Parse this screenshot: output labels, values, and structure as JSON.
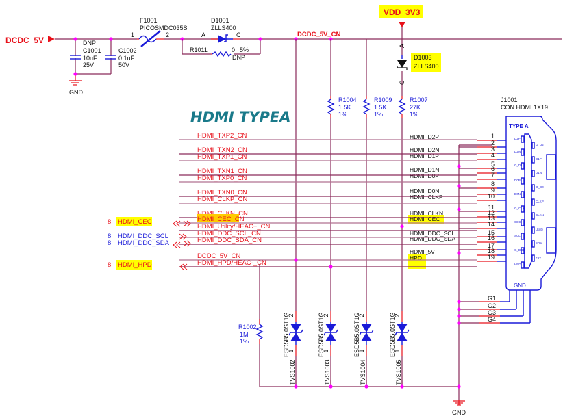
{
  "title": "HDMI TYPEA",
  "power": {
    "input_net": "DCDC_5V",
    "output_net": "DCDC_5V_CN",
    "vdd_net": "VDD_3V3",
    "gnd_label": "GND"
  },
  "components": {
    "c1001": {
      "ref": "C1001",
      "value": "10uF",
      "voltage": "25V",
      "note": "DNP"
    },
    "c1002": {
      "ref": "C1002",
      "value": "0.1uF",
      "voltage": "50V"
    },
    "f1001": {
      "ref": "F1001",
      "value": "PICOSMDC035S",
      "pin1": "1",
      "pin2": "2"
    },
    "d1001": {
      "ref": "D1001",
      "value": "ZLLS400",
      "anode": "A",
      "cathode": "C"
    },
    "r1011": {
      "ref": "R1011",
      "value": "0",
      "tol": "5%",
      "note": "DNP"
    },
    "d1003": {
      "ref": "D1003",
      "value": "ZLLS400",
      "anode": "A",
      "cathode": "C"
    },
    "r1004": {
      "ref": "R1004",
      "value": "1.5K",
      "tol": "1%"
    },
    "r1009": {
      "ref": "R1009",
      "value": "1.5K",
      "tol": "1%"
    },
    "r1007": {
      "ref": "R1007",
      "value": "27K",
      "tol": "1%"
    },
    "r1002": {
      "ref": "R1002",
      "value": "1M",
      "tol": "1%"
    },
    "j1001": {
      "ref": "J1001",
      "value": "CON HDMI 1X19",
      "type": "TYPE A",
      "gnd": "GND"
    },
    "tvs": [
      {
        "ref": "TVS1002",
        "value": "ESD5B5.0ST1G",
        "pin1": "1",
        "pin2": "2"
      },
      {
        "ref": "TVS1003",
        "value": "ESD5B5.0ST1G",
        "pin1": "1",
        "pin2": "2"
      },
      {
        "ref": "TVS1004",
        "value": "ESD5B5.0ST1G",
        "pin1": "1",
        "pin2": "2"
      },
      {
        "ref": "TVS1005",
        "value": "ESD5B5.0ST1G",
        "pin1": "1",
        "pin2": "2"
      }
    ]
  },
  "left_nets": [
    "HDMI_TXP2_CN",
    "HDMI_TXN2_CN",
    "HDMI_TXP1_CN",
    "HDMI_TXN1_CN",
    "HDMI_TXP0_CN",
    "HDMI_TXN0_CN",
    "HDMI_CLKP_CN",
    "HDMI_CLKN_CN",
    "HDMI_CEC_CN",
    "HDMI_Utility/HEAC+_CN",
    "HDMI_DDC_SCL_CN",
    "HDMI_DDC_SDA_CN",
    "DCDC_5V_CN",
    "HDMI_HPD/HEAC-_CN"
  ],
  "offpage": [
    {
      "sheet": "8",
      "net": "HDMI_CEC",
      "highlight": true,
      "color": "red"
    },
    {
      "sheet": "8",
      "net": "HDMI_DDC_SCL",
      "highlight": false,
      "color": "blue"
    },
    {
      "sheet": "8",
      "net": "HDMI_DDC_SDA",
      "highlight": false,
      "color": "blue"
    },
    {
      "sheet": "8",
      "net": "HDMI_HPD",
      "highlight": true,
      "color": "red"
    }
  ],
  "connector_nets": [
    "HDMI_D2P",
    "HDMI_D2N",
    "HDMI_D1P",
    "HDMI_D1N",
    "HDMI_D0P",
    "HDMI_D0N",
    "HDMI_CLKP",
    "HDMI_CLKN",
    "HDMI_CEC",
    "HDMI_DDC_SCL",
    "HDMI_DDC_SDA",
    "HDMI_5V",
    "HPD"
  ],
  "pins": [
    "1",
    "2",
    "3",
    "4",
    "5",
    "6",
    "7",
    "8",
    "9",
    "10",
    "11",
    "12",
    "13",
    "14",
    "15",
    "16",
    "17",
    "18",
    "19"
  ],
  "gnd_pins": [
    "G1",
    "G2",
    "G3",
    "G4"
  ],
  "connector_pin_labels_left": [
    "D2P",
    "D2N",
    "G_D1",
    "D0P",
    "D0N",
    "G_CLK",
    "CEC",
    "SCL",
    "G_DDC",
    "HPD"
  ],
  "connector_pin_labels_right": [
    "G_D2",
    "D1P",
    "D1N",
    "G_D0",
    "CLKP",
    "CLKN",
    "Utility",
    "SDA",
    "+5V"
  ],
  "colors": {
    "net_red": "#e8101a",
    "part_blue": "#1a1ad8",
    "wire": "#8a2a5a",
    "junction": "#ff00ff",
    "highlight": "#ffff00",
    "title": "#1a7a8a"
  }
}
